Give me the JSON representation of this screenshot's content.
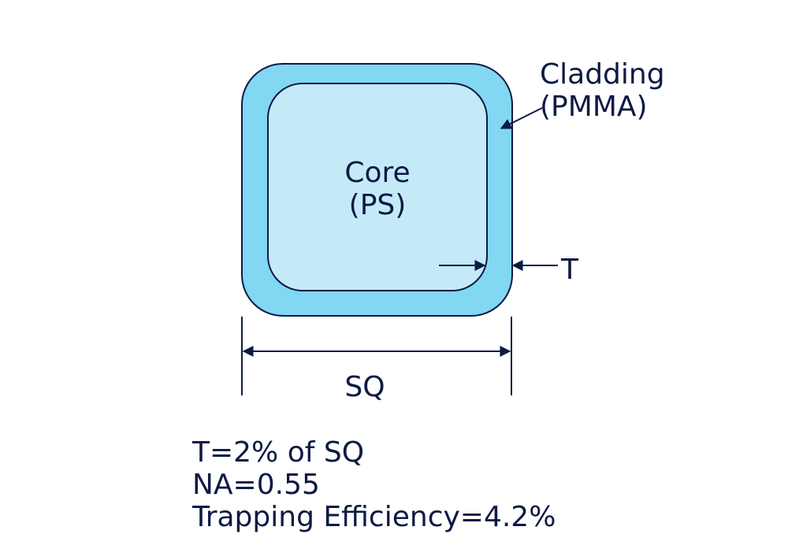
{
  "diagram": {
    "type": "fiber cross-section",
    "shapes": {
      "cladding": {
        "label_line1": "Cladding",
        "label_line2": "(PMMA)",
        "fill": "#82d7f2"
      },
      "core": {
        "label_line1": "Core",
        "label_line2": "(PS)",
        "fill": "#c4eaf8"
      }
    },
    "stroke_color": "#0c1a44",
    "dimensions": {
      "thickness_label": "T",
      "width_label": "SQ"
    },
    "notes": [
      "T=2% of SQ",
      "NA=0.55",
      "Trapping Efficiency=4.2%"
    ]
  }
}
